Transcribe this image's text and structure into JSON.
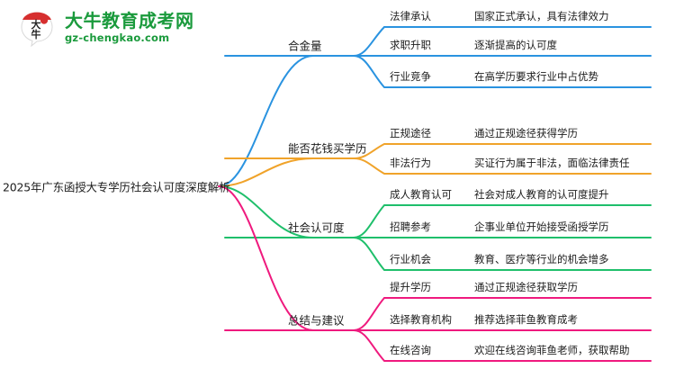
{
  "logo": {
    "brand_name": "大牛教育成考网",
    "domain": "gz-chengkao.com",
    "mark_text": "大牛",
    "brand_color": "#1a9a3c",
    "mark_color": "#d62f2f"
  },
  "mindmap": {
    "root": {
      "label": "2025年广东函授大专学历社会认可度深度解析"
    },
    "branches": [
      {
        "label": "合金量",
        "color": "#2a93e0",
        "children": [
          {
            "label": "法律承认",
            "detail": "国家正式承认，具有法律效力"
          },
          {
            "label": "求职升职",
            "detail": "逐渐提高的认可度"
          },
          {
            "label": "行业竞争",
            "detail": "在高学历要求行业中占优势"
          }
        ]
      },
      {
        "label": "能否花钱买学历",
        "color": "#f0a32a",
        "children": [
          {
            "label": "正规途径",
            "detail": "通过正规途径获得学历"
          },
          {
            "label": "非法行为",
            "detail": "买证行为属于非法，面临法律责任"
          }
        ]
      },
      {
        "label": "社会认可度",
        "color": "#1fbf6b",
        "children": [
          {
            "label": "成人教育认可",
            "detail": "社会对成人教育的认可度提升"
          },
          {
            "label": "招聘参考",
            "detail": "企事业单位开始接受函授学历"
          },
          {
            "label": "行业机会",
            "detail": "教育、医疗等行业的机会增多"
          }
        ]
      },
      {
        "label": "总结与建议",
        "color": "#ef1a7e",
        "children": [
          {
            "label": "提升学历",
            "detail": "通过正规途径获取学历"
          },
          {
            "label": "选择教育机构",
            "detail": "推荐选择菲鱼教育成考"
          },
          {
            "label": "在线咨询",
            "detail": "欢迎在线咨询菲鱼老师，获取帮助"
          }
        ]
      }
    ]
  }
}
